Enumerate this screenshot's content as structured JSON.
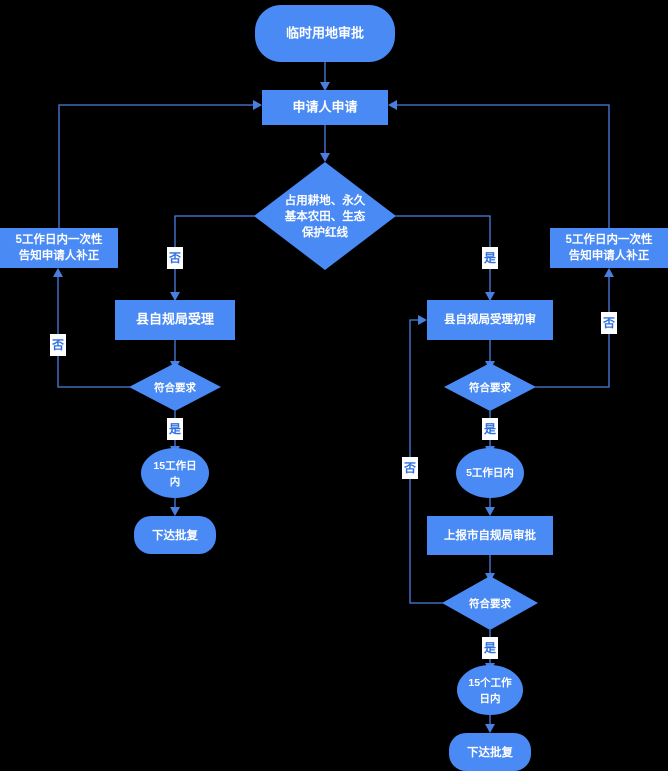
{
  "diagram": {
    "title": "临时用地审批",
    "background": "#000000",
    "node_fill": "#4a8af4",
    "node_text_color": "#ffffff",
    "edge_color": "#4a7fe0",
    "edge_label_text_color": "#2f6fe0",
    "edge_label_bg": "#ffffff"
  },
  "nodes": {
    "start": {
      "label": "临时用地审批",
      "shape": "rounded"
    },
    "apply": {
      "label": "申请人申请",
      "shape": "rect"
    },
    "decision_land": {
      "label_line1": "占用耕地、永久",
      "label_line2": "基本农田、生态",
      "label_line3": "保护红线",
      "shape": "diamond"
    },
    "left_notify": {
      "label_line1": "5工作日内一次性",
      "label_line2": "告知申请人补正",
      "shape": "rect"
    },
    "right_notify": {
      "label_line1": "5工作日内一次性",
      "label_line2": "告知申请人补正",
      "shape": "rect"
    },
    "left_accept": {
      "label": "县自规局受理",
      "shape": "rect"
    },
    "left_check": {
      "label": "符合要求",
      "shape": "diamond"
    },
    "left_days": {
      "label_line1": "15工作日",
      "label_line2": "内",
      "shape": "ellipse"
    },
    "left_reply": {
      "label": "下达批复",
      "shape": "rounded"
    },
    "right_accept": {
      "label": "县自规局受理初审",
      "shape": "rect"
    },
    "right_check1": {
      "label": "符合要求",
      "shape": "diamond"
    },
    "right_days1": {
      "label": "5工作日内",
      "shape": "ellipse"
    },
    "report_city": {
      "label": "上报市自规局审批",
      "shape": "rect"
    },
    "right_check2": {
      "label": "符合要求",
      "shape": "diamond"
    },
    "right_days2": {
      "label_line1": "15个工作",
      "label_line2": "日内",
      "shape": "ellipse"
    },
    "right_reply": {
      "label": "下达批复",
      "shape": "rounded"
    }
  },
  "edge_labels": {
    "land_no": "否",
    "land_yes": "是",
    "left_check_no": "否",
    "left_check_yes": "是",
    "right_check1_no": "否",
    "right_check1_yes": "是",
    "right_check2_no": "否",
    "right_check2_yes": "是"
  }
}
